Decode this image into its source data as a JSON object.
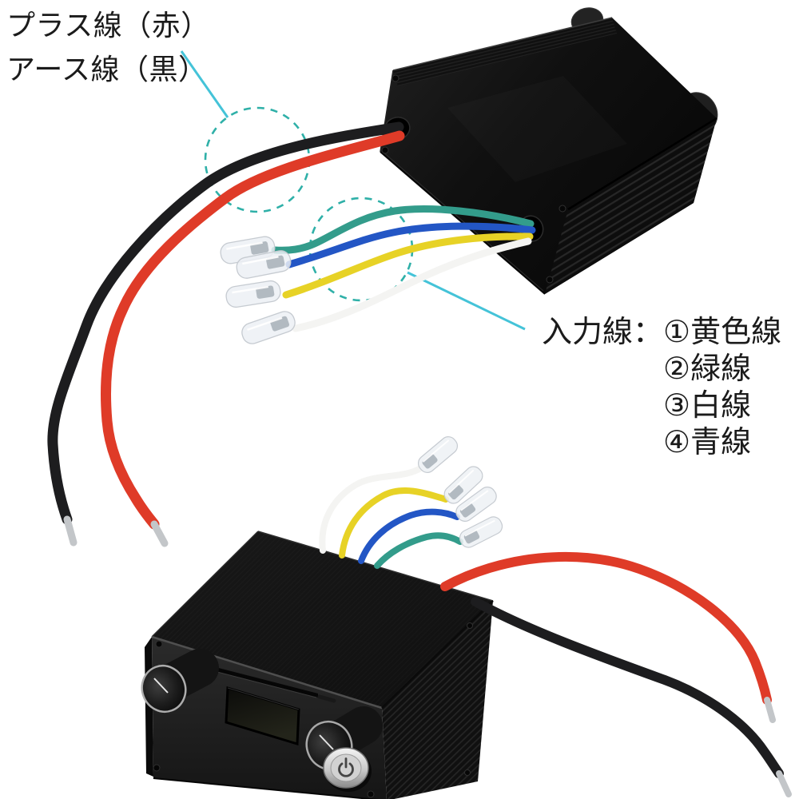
{
  "annotations": {
    "plus_wire_label": "プラス線（赤）",
    "earth_wire_label": "アース線（黒）",
    "input_wires_prefix": "入力線：",
    "input_wire_items": [
      "①黄色線",
      "②緑線",
      "③白線",
      "④青線"
    ]
  },
  "colors": {
    "background": "#ffffff",
    "label_text": "#1b1b1b",
    "annotation_line": "#44c3d8",
    "annotation_dash": "#2fb0a8",
    "wire_red": "#df3b28",
    "wire_black": "#1d1d1f",
    "wire_yellow": "#e7d226",
    "wire_green": "#339c8b",
    "wire_white": "#f4f4f2",
    "wire_blue": "#2356c5",
    "wire_tip_silver": "#c3c6c9",
    "connector_sleeve": "#eceff3",
    "device_black": "#141414",
    "power_button_silver": "#d9d9d9"
  },
  "icons": {
    "power_button": "⏻"
  }
}
